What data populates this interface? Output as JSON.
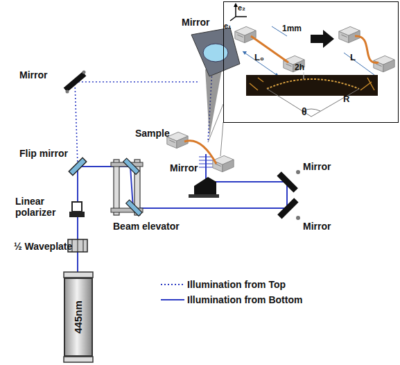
{
  "diagram": {
    "nodes": [
      {
        "text": [
          "e₂",
          "e₁",
          "1mm",
          "L₀",
          "L",
          "2h",
          "R",
          "θ"
        ]
      },
      {
        "text": [
          "445nm"
        ]
      }
    ],
    "labels": [
      "Mirror",
      "Mirror",
      "Sample",
      "Mirror",
      "Mirror",
      "Flip mirror",
      "Mirror",
      "Linear polarizer",
      "Beam elevator",
      "½ Waveplate"
    ],
    "legend": [
      {
        "text": "Illumination from Top"
      },
      {
        "text": "Illumination from Bottom"
      }
    ]
  }
}
